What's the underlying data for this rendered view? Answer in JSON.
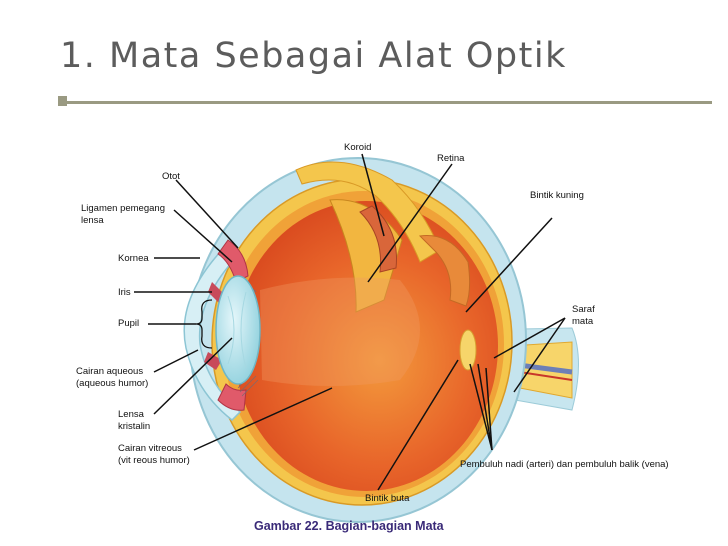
{
  "slide": {
    "title": "1. Mata Sebagai Alat Optik",
    "caption": "Gambar 22. Bagian-bagian Mata"
  },
  "colors": {
    "title": "#5c5c5c",
    "rule": "#9a9a82",
    "caption": "#3a2a78",
    "sclera": "#bfe0ea",
    "choroid": "#f1c34a",
    "retina": "#f0a030",
    "vitreous": "#e85c28",
    "lens": "#b8e3ec"
  },
  "labels": {
    "koroid": "Koroid",
    "retina": "Retina",
    "otot": "Otot",
    "bintik_kuning": "Bintik kuning",
    "ligamen_1": "Ligamen pemegang",
    "ligamen_2": "lensa",
    "kornea": "Kornea",
    "iris": "Iris",
    "pupil": "Pupil",
    "saraf_1": "Saraf",
    "saraf_2": "mata",
    "aqueous_1": "Cairan  aqueous",
    "aqueous_2": "(aqueous humor)",
    "lensa_1": "Lensa",
    "lensa_2": "kristalin",
    "vitreous_1": "Cairan vitreous",
    "vitreous_2": "(vit reous humor)",
    "pembuluh": "Pembuluh nadi (arteri) dan  pembuluh balik (vena)",
    "bintik_buta": "Bintik buta"
  }
}
